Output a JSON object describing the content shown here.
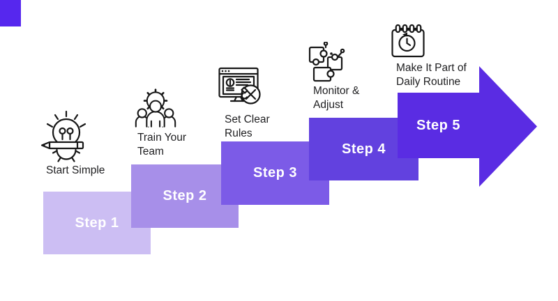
{
  "accent": {
    "corner_square_color": "#5627EE"
  },
  "text_colors": {
    "step_label_color": "#ffffff",
    "caption_color": "#1d1d1f"
  },
  "steps": [
    {
      "label": "Step 1",
      "caption_lines": [
        "Start Simple"
      ],
      "color": "#CCBEF3",
      "icon": "lightbulb-pencil-gear-icon"
    },
    {
      "label": "Step 2",
      "caption_lines": [
        "Train Your",
        "Team"
      ],
      "color": "#A78FE9",
      "icon": "team-gear-icon"
    },
    {
      "label": "Step 3",
      "caption_lines": [
        "Set Clear",
        "Rules"
      ],
      "color": "#7C5BE7",
      "icon": "monitor-tools-icon"
    },
    {
      "label": "Step 4",
      "caption_lines": [
        "Monitor &",
        "Adjust"
      ],
      "color": "#6241DF",
      "icon": "puzzle-circuit-icon"
    },
    {
      "label": "Step 5",
      "caption_lines": [
        "Make It Part of",
        "Daily Routine"
      ],
      "color": "#5A2CE3",
      "icon": "calendar-clock-icon"
    }
  ]
}
